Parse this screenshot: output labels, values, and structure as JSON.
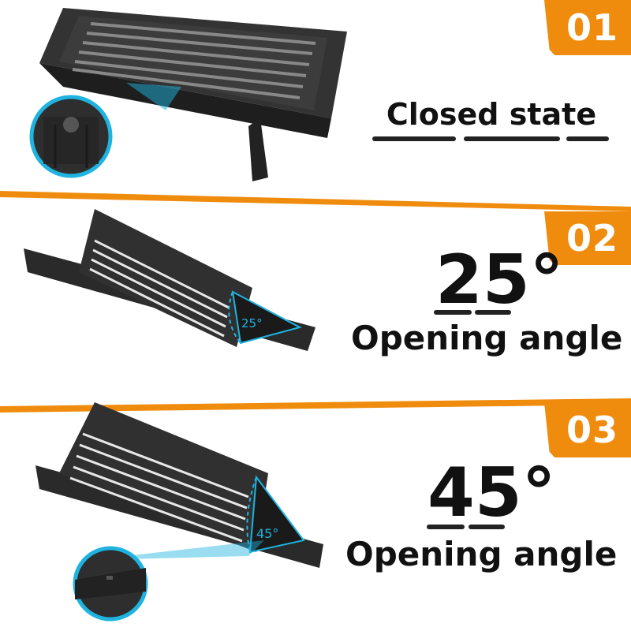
{
  "colors": {
    "accent": "#ef8c0e",
    "highlight": "#1fb3e0",
    "product": "#2b2b2b",
    "text": "#111111"
  },
  "panels": [
    {
      "step": "01",
      "title": "Closed state",
      "state": "closed",
      "detail_icon": "magnifier-callout-icon"
    },
    {
      "step": "02",
      "angle": "25°",
      "angle_value": "25",
      "degree_symbol": "°",
      "caption": "Opening angle",
      "diagram_label": "25°",
      "state": "open-25"
    },
    {
      "step": "03",
      "angle": "45°",
      "angle_value": "45",
      "degree_symbol": "°",
      "caption": "Opening angle",
      "diagram_label": "45°",
      "state": "open-45",
      "detail_icon": "magnifier-callout-icon"
    }
  ]
}
